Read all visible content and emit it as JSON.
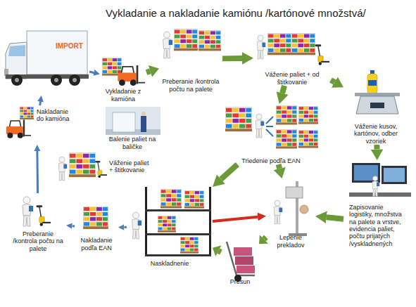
{
  "diagram": {
    "title": "Vykladanie a nakladanie kamiónu /kartónové množstvá/",
    "nodes": [
      {
        "text": [
          "IMPORT"
        ]
      },
      {
        "text": [
          "Vykladanie z kamióna"
        ]
      },
      {
        "text": [
          "Preberanie /kontrola počtu na palete"
        ]
      },
      {
        "text": [
          "Váženie paliet + od štitkovanie"
        ]
      },
      {
        "text": [
          "Váženie kusov, kartónov, odber vzoriek"
        ]
      },
      {
        "text": [
          "Zapisovanie logistiky, množstva na palete a vrstve, evidencia paliet, počtu prijatých /vyskladnených"
        ]
      },
      {
        "text": [
          "Triedenie podľa EAN"
        ]
      },
      {
        "text": [
          "Lepenie prekladov"
        ]
      },
      {
        "text": [
          "Presun"
        ]
      },
      {
        "text": [
          "Naskladnenie"
        ]
      },
      {
        "text": [
          "Nakladanie podľa EAN"
        ]
      },
      {
        "text": [
          "Preberanie /kontrola počtu na palete"
        ]
      },
      {
        "text": [
          "Váženie paliet + štitkovanie"
        ]
      },
      {
        "text": [
          "Balenie paliet na baličke"
        ]
      },
      {
        "text": [
          "Nakladanie do kamióna"
        ]
      }
    ],
    "edges": [
      {
        "from": 0,
        "to": 1,
        "arrow": "to"
      },
      {
        "from": 1,
        "to": 2,
        "arrow": "to"
      },
      {
        "from": 2,
        "to": 3,
        "arrow": "to"
      },
      {
        "from": 3,
        "to": 4,
        "arrow": "to"
      },
      {
        "from": 4,
        "to": 5,
        "arrow": "to"
      },
      {
        "from": 3,
        "to": 6,
        "arrow": "to"
      },
      {
        "from": 5,
        "to": 7,
        "arrow": "to"
      },
      {
        "from": 6,
        "to": 7,
        "arrow": "to"
      },
      {
        "from": 6,
        "to": 9,
        "arrow": "to"
      },
      {
        "from": 9,
        "to": 7,
        "arrow": "to"
      },
      {
        "from": 7,
        "to": 8,
        "arrow": "to"
      },
      {
        "from": 8,
        "to": 9,
        "arrow": "to"
      },
      {
        "from": 9,
        "to": 10,
        "arrow": "to"
      },
      {
        "from": 10,
        "to": 11,
        "arrow": "to"
      },
      {
        "from": 11,
        "to": 14,
        "arrow": "to"
      },
      {
        "from": 14,
        "to": 0,
        "arrow": "to"
      }
    ]
  }
}
